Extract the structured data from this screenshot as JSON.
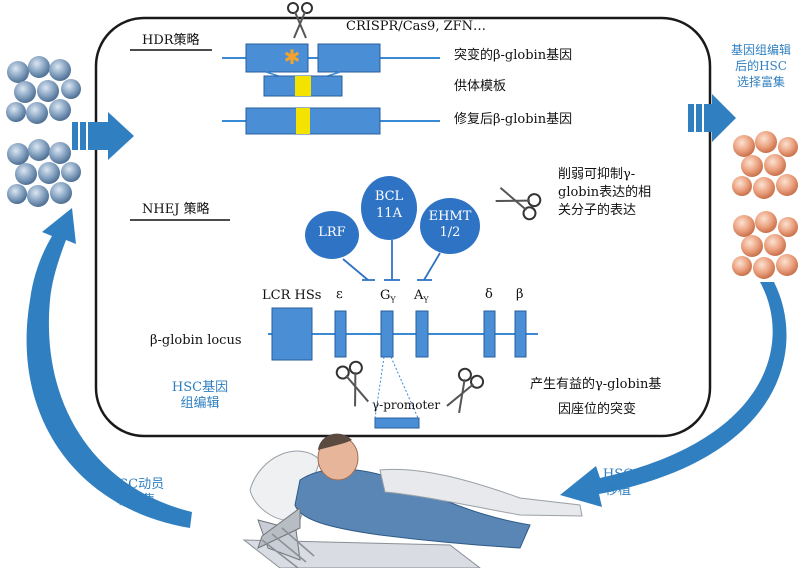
{
  "colors": {
    "box_blue": "#4a8fd6",
    "arrow_blue": "#2f7fc1",
    "oval_blue": "#2f73c4",
    "template_yellow": "#f4e300",
    "star_orange": "#f2a22c",
    "stem_cell": "#6f92b5",
    "edited_cell": "#e79f79",
    "label_blue": "#2f7fc1"
  },
  "icons": [
    "scissors-icon",
    "mutation-star-icon",
    "stem-cell-icon",
    "edited-cell-icon",
    "patient-illustration"
  ],
  "hdr": {
    "title": "HDR策略",
    "tools": "CRISPR/Cas9, ZFN…",
    "mutant_gene": "突变的β-globin基因",
    "donor_template": "供体模板",
    "repaired_gene": "修复后β-globin基因"
  },
  "nhej": {
    "title": "NHEJ 策略",
    "repressors": [
      "LRF",
      "BCL 11A",
      "EHMT 1/2"
    ],
    "bcl_line1": "BCL",
    "bcl_line2": "11A",
    "ehmt_line1": "EHMT",
    "ehmt_line2": "1/2",
    "disrupt_note_1": "削弱可抑制γ-",
    "disrupt_note_2": "globin表达的相",
    "disrupt_note_3": "关分子的表达"
  },
  "locus": {
    "label": "β-globin locus",
    "genes": [
      "LCR HSs",
      "ε",
      "GY",
      "AY",
      "δ",
      "β"
    ],
    "g_main": "G",
    "g_sub": "Y",
    "a_main": "A",
    "a_sub": "Y",
    "promoter": "γ-promoter",
    "mutation_note_1": "产生有益的γ-globin基",
    "mutation_note_2": "因座位的突变"
  },
  "cycle": {
    "editing_1": "HSC基因",
    "editing_2": "组编辑",
    "enrich_1": "基因组编辑",
    "enrich_2": "后的HSC",
    "enrich_3": "选择富集",
    "transplant_1": "HSC",
    "transplant_2": "移植",
    "mobilize_1": "HSC动员",
    "mobilize_2": "和采集"
  }
}
